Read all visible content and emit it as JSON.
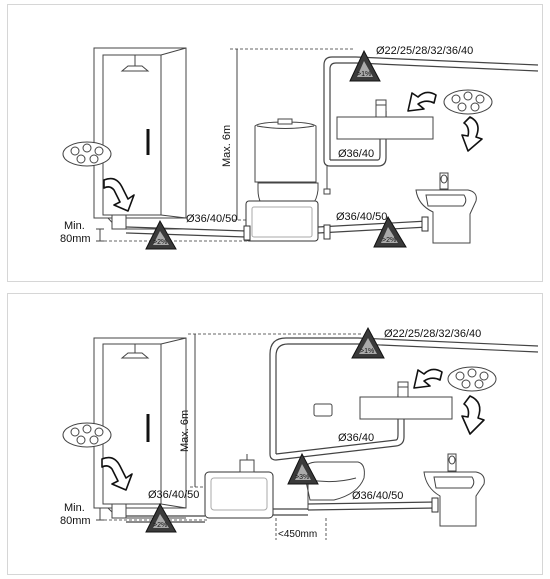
{
  "diagrams": [
    {
      "pipe_top": "Ø22/25/28/32/36/40",
      "slope_top": ">1%",
      "max_height": "Max. 6m",
      "pipe_mid": "Ø36/40",
      "pipe_left": "Ø36/40/50",
      "pipe_right": "Ø36/40/50",
      "slope_left": ">2%",
      "slope_right": ">2%",
      "min_line1": "Min.",
      "min_line2": "80mm"
    },
    {
      "pipe_top": "Ø22/25/28/32/36/40",
      "slope_top": ">1%",
      "max_height": "Max. 6m",
      "pipe_mid": "Ø36/40",
      "pipe_left": "Ø36/40/50",
      "pipe_right": "Ø36/40/50",
      "slope_left": ">2%",
      "slope_wc": ">3%",
      "min_line1": "Min.",
      "min_line2": "80mm",
      "distance": "<450mm"
    }
  ]
}
